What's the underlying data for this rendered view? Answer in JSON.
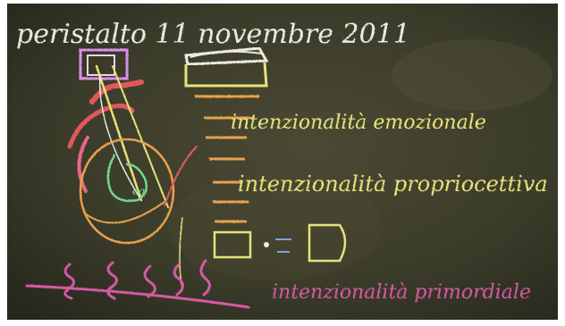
{
  "board": {
    "title": "peristalto 11 novembre 2011",
    "line1": "intenzionalità emozionale",
    "line2": "intenzionalità propriocettiva",
    "line3": "intenzionalità primordiale",
    "inner_label": "ea"
  },
  "colors": {
    "board": "#3d3e2c",
    "white_chalk": "#ecebe2",
    "yellow_chalk": "#e9e27a",
    "orange_chalk": "#eaa14e",
    "pink_chalk": "#d65aa5",
    "red_chalk": "#e2585a",
    "green_chalk": "#73d88f",
    "blue_chalk": "#7aa0e0"
  }
}
